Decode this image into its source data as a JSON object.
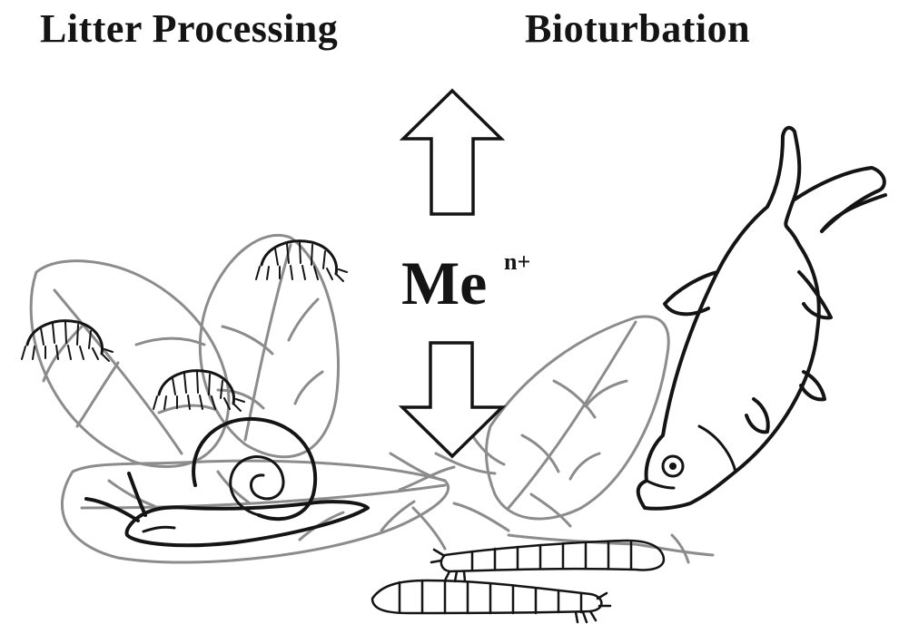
{
  "labels": {
    "litter_processing": "Litter Processing",
    "bioturbation": "Bioturbation"
  },
  "metal_ion": {
    "symbol": "Me",
    "charge": "n+"
  },
  "arrows": [
    "up",
    "down"
  ],
  "organisms": [
    "amphipod",
    "amphipod",
    "amphipod",
    "snail",
    "fish",
    "chironomid-larva",
    "chironomid-larva"
  ],
  "colors": {
    "outline": "#141414",
    "leaf": "#8c8c8c",
    "background": "#ffffff"
  }
}
